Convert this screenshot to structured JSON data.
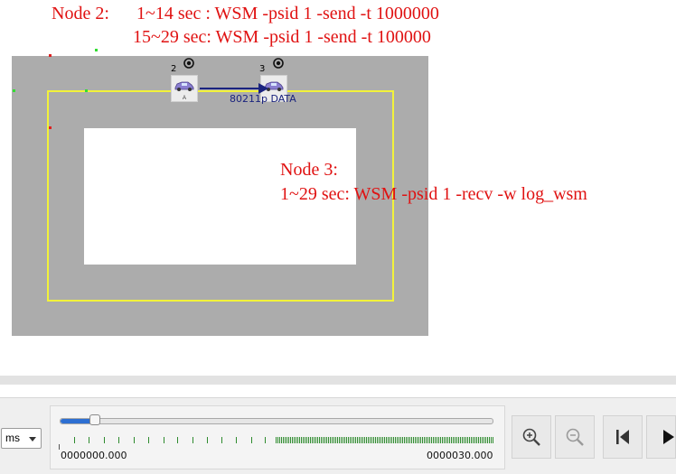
{
  "annotations": {
    "node2_title": "Node 2:",
    "node2_line1": "1~14 sec : WSM -psid 1 -send -t 1000000",
    "node2_line2": "15~29 sec: WSM -psid 1 -send -t 100000",
    "node3_title": "Node 3:",
    "node3_line1": "1~29 sec: WSM -psid 1 -recv -w log_wsm"
  },
  "nodes": [
    {
      "id": "2",
      "car_label": "A"
    },
    {
      "id": "3"
    }
  ],
  "packet_label": "80211p DATA",
  "colors": {
    "annotation": "#e01212",
    "road": "#acacac",
    "lane": "#f2f23a",
    "packet": "#1a237e",
    "slider": "#2d6fd2",
    "ticks": "#2e8b2e"
  },
  "timeline": {
    "unit": "ms",
    "start": "0000000.000",
    "end": "0000030.000",
    "progress_percent": 8
  },
  "controls": [
    {
      "icon": "zoom-in-icon"
    },
    {
      "icon": "zoom-out-icon"
    },
    {
      "icon": "skip-to-start-icon"
    },
    {
      "icon": "play-icon"
    }
  ]
}
